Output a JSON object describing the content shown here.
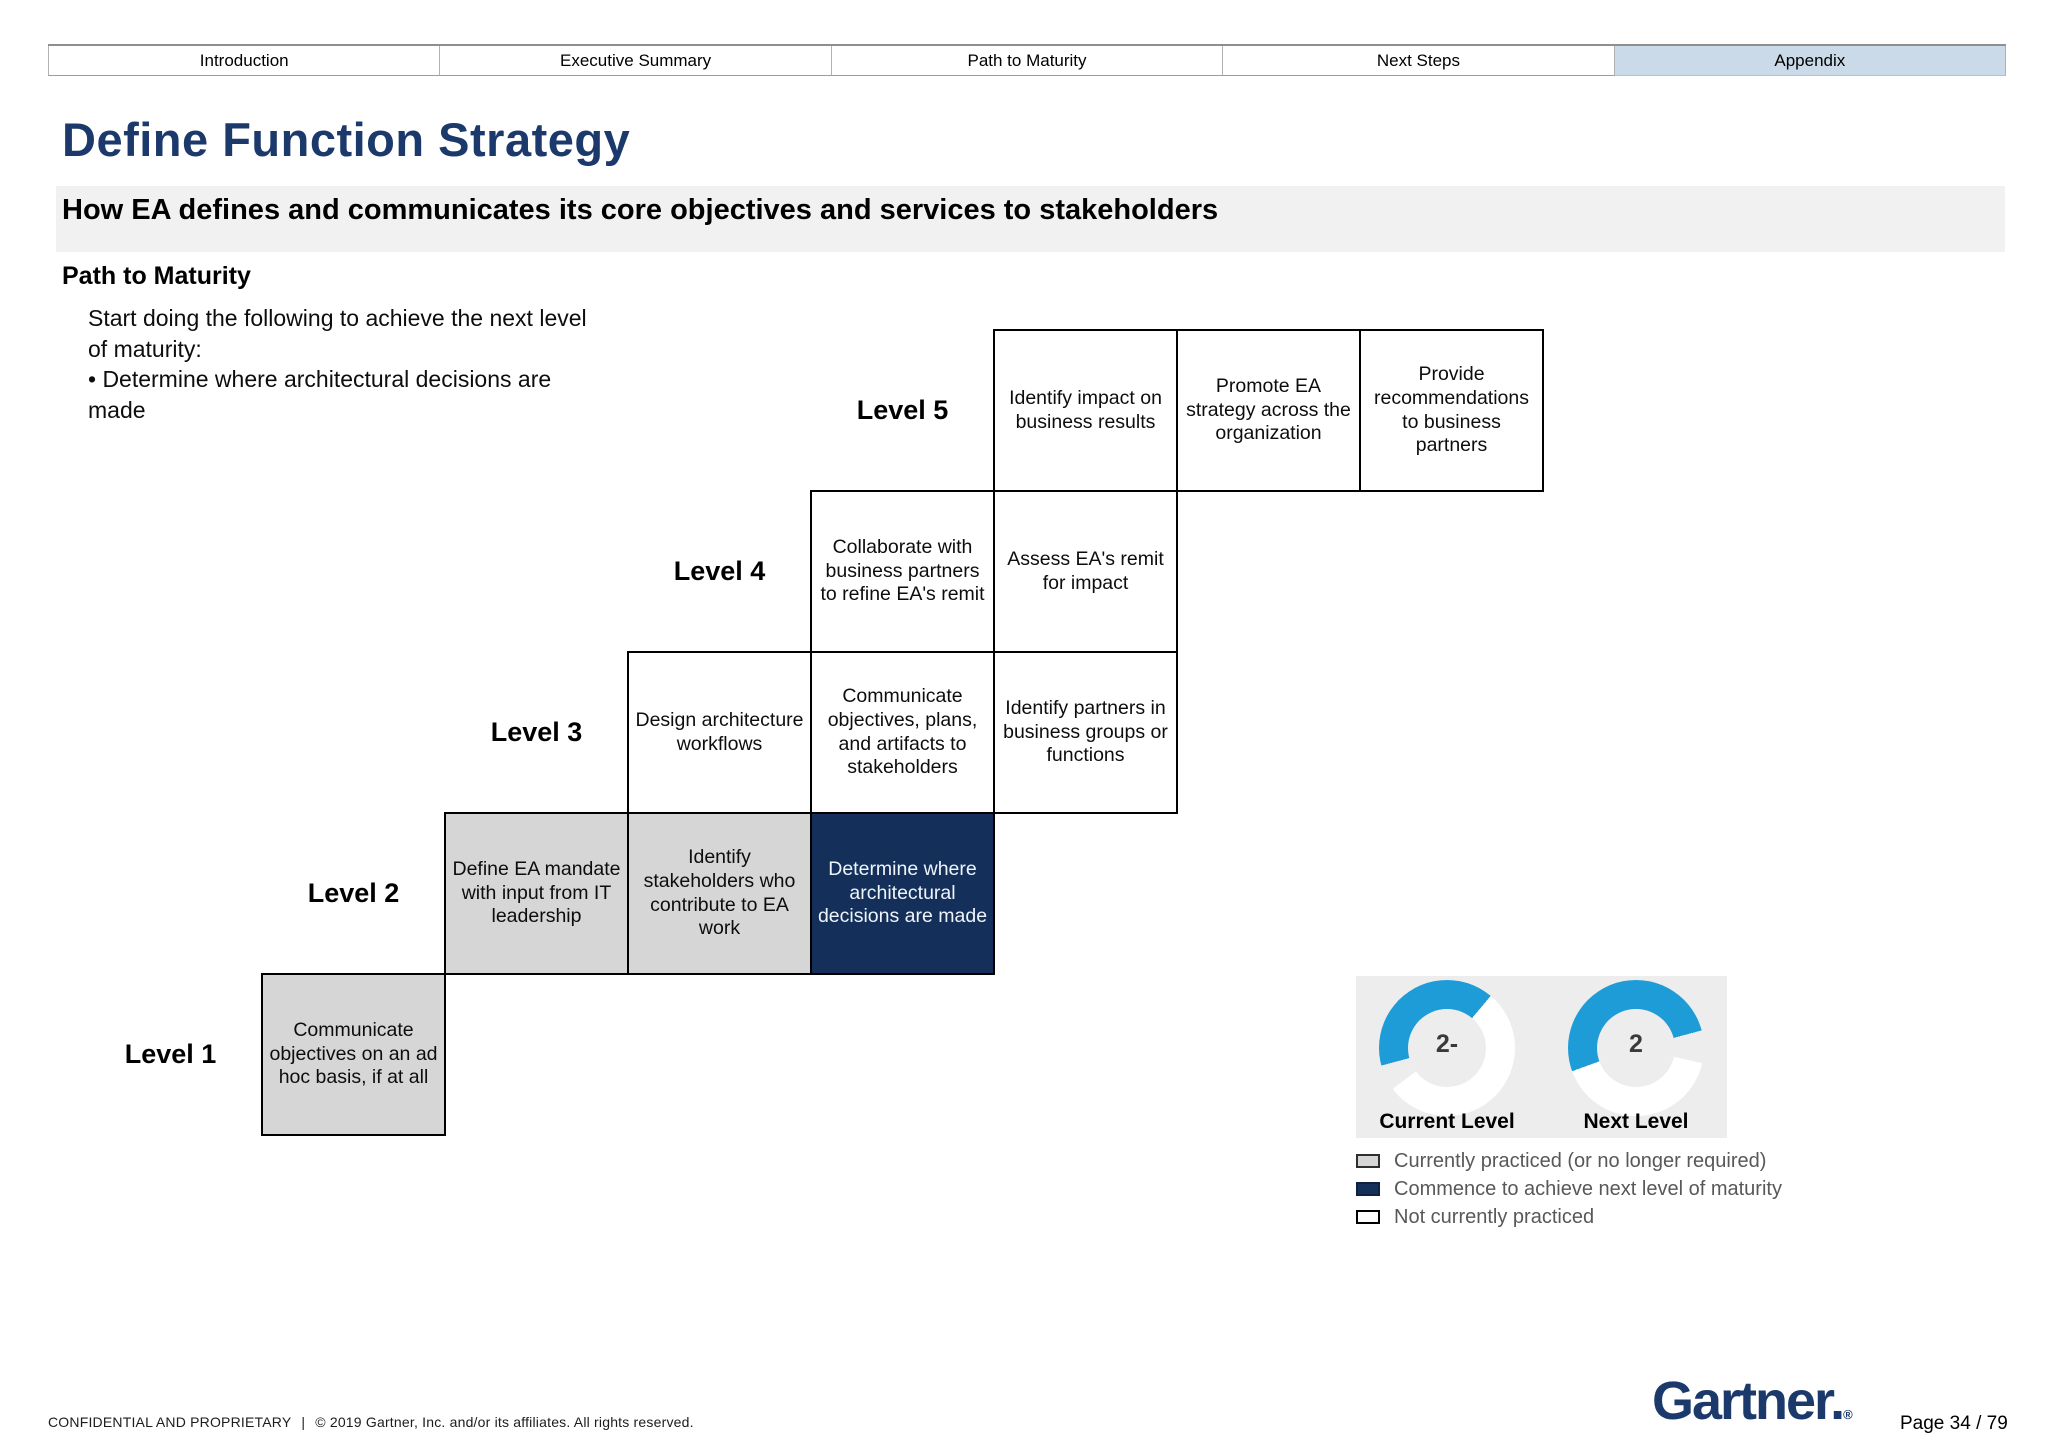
{
  "tabs": [
    {
      "label": "Introduction",
      "active": false
    },
    {
      "label": "Executive Summary",
      "active": false
    },
    {
      "label": "Path to Maturity",
      "active": false
    },
    {
      "label": "Next Steps",
      "active": false
    },
    {
      "label": "Appendix",
      "active": true
    }
  ],
  "header": {
    "title": "Define Function Strategy",
    "subtitle": "How EA defines and communicates its core objectives and services to stakeholders"
  },
  "section": {
    "heading": "Path to Maturity",
    "instruction_intro": "Start doing the following to achieve the next level of maturity:",
    "instruction_bullet": "• Determine where architectural decisions are made"
  },
  "diagram": {
    "levels": [
      {
        "label": "Level 5",
        "row": 0,
        "label_col": 4,
        "cells": [
          {
            "col": 5,
            "text": "Identify impact on business results",
            "state": "not_practiced"
          },
          {
            "col": 6,
            "text": "Promote EA strategy across the organization",
            "state": "not_practiced"
          },
          {
            "col": 7,
            "text": "Provide recommendations to business partners",
            "state": "not_practiced"
          }
        ]
      },
      {
        "label": "Level 4",
        "row": 1,
        "label_col": 3,
        "cells": [
          {
            "col": 4,
            "text": "Collaborate with business partners to refine EA's remit",
            "state": "not_practiced"
          },
          {
            "col": 5,
            "text": "Assess EA's remit for impact",
            "state": "not_practiced"
          }
        ]
      },
      {
        "label": "Level 3",
        "row": 2,
        "label_col": 2,
        "cells": [
          {
            "col": 3,
            "text": "Design architecture workflows",
            "state": "not_practiced"
          },
          {
            "col": 4,
            "text": "Communicate objectives, plans, and artifacts to stakeholders",
            "state": "not_practiced"
          },
          {
            "col": 5,
            "text": "Identify partners in business groups or functions",
            "state": "not_practiced"
          }
        ]
      },
      {
        "label": "Level 2",
        "row": 3,
        "label_col": 1,
        "cells": [
          {
            "col": 2,
            "text": "Define EA mandate with input from IT leadership",
            "state": "practiced"
          },
          {
            "col": 3,
            "text": "Identify stakeholders who contribute to EA work",
            "state": "practiced"
          },
          {
            "col": 4,
            "text": "Determine where architectural decisions are made",
            "state": "commence"
          }
        ]
      },
      {
        "label": "Level 1",
        "row": 4,
        "label_col": 0,
        "cells": [
          {
            "col": 1,
            "text": "Communicate objectives on an ad hoc basis, if at all",
            "state": "practiced"
          }
        ]
      }
    ]
  },
  "gauges": [
    {
      "value": "2-",
      "label": "Current Level",
      "arc_start_deg": 255,
      "arc_sweep_deg": 145,
      "gap_deg": 22,
      "gap_position": "before-arc"
    },
    {
      "value": "2",
      "label": "Next Level",
      "arc_start_deg": 250,
      "arc_sweep_deg": 185,
      "gap_deg": 28,
      "gap_position": "after-arc"
    }
  ],
  "legend": [
    {
      "state": "practiced",
      "label": "Currently practiced (or no longer required)"
    },
    {
      "state": "commence",
      "label": "Commence to achieve next level of maturity"
    },
    {
      "state": "not_practiced",
      "label": "Not currently practiced"
    }
  ],
  "footer": {
    "confidential": "CONFIDENTIAL AND PROPRIETARY",
    "separator": "|",
    "copyright": "© 2019 Gartner, Inc. and/or its affiliates. All rights reserved.",
    "brand": "Gartner.",
    "brand_mark": "®",
    "page": "Page 34 / 79"
  },
  "colors": {
    "navy": "#14305A",
    "title_navy": "#1B3A6B",
    "gauge_blue": "#1E9CD8",
    "practiced_gray": "#D6D6D6",
    "active_tab_blue": "#CBDAE8",
    "panel_gray": "#EDEDED"
  }
}
